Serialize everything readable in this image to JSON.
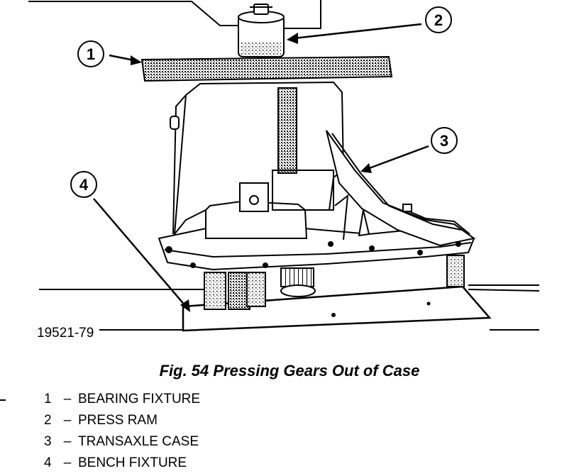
{
  "figure": {
    "code": "19521-79",
    "callouts": [
      "1",
      "2",
      "3",
      "4"
    ]
  },
  "caption": "Fig. 54 Pressing Gears Out of Case",
  "legend": [
    {
      "num": "1",
      "dash": "–",
      "label": "BEARING FIXTURE"
    },
    {
      "num": "2",
      "dash": "–",
      "label": "PRESS RAM"
    },
    {
      "num": "3",
      "dash": "–",
      "label": "TRANSAXLE CASE"
    },
    {
      "num": "4",
      "dash": "–",
      "label": "BENCH FIXTURE"
    }
  ]
}
